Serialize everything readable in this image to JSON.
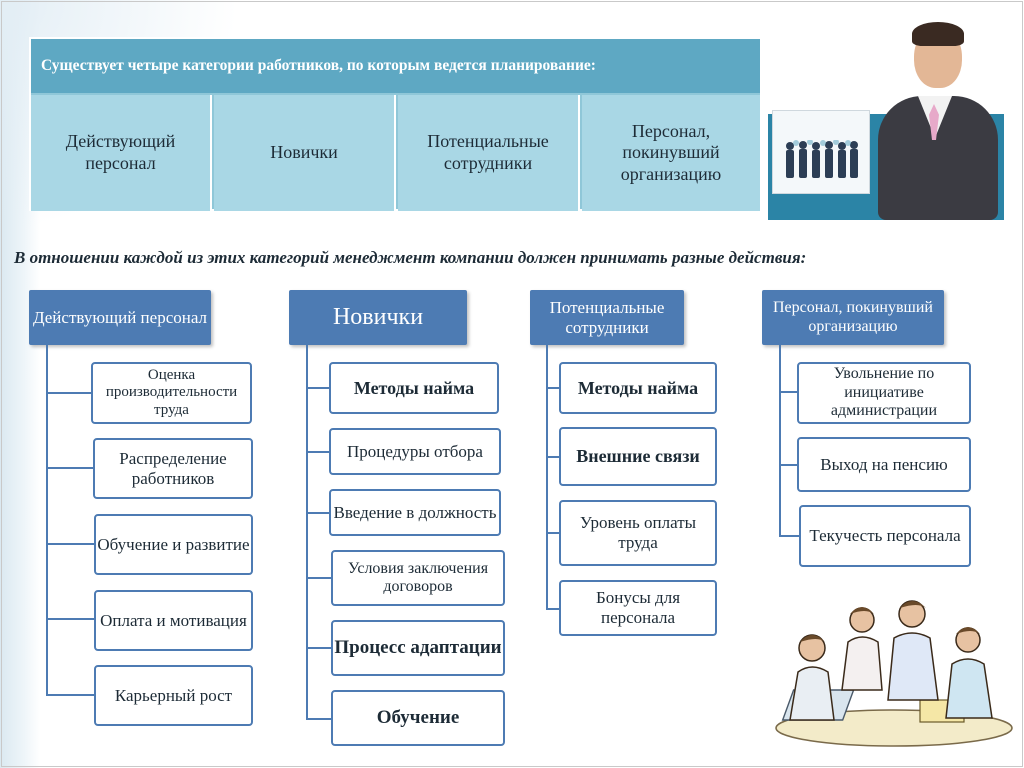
{
  "top_table": {
    "header": "Существует четыре категории работников, по которым ведется планирование:",
    "categories": [
      "Действующий персонал",
      "Новички",
      "Потенциальные сотрудники",
      "Персонал, покинувший организацию"
    ]
  },
  "subtitle": "В отношении каждой из этих категорий менеджмент компании должен принимать разные действия:",
  "columns": [
    {
      "title": "Действующий персонал",
      "items": [
        "Оценка производительности труда",
        "Распределение работников",
        "Обучение и развитие",
        "Оплата и мотивация",
        "Карьерный рост"
      ]
    },
    {
      "title": "Новички",
      "items": [
        "Методы найма",
        "Процедуры отбора",
        "Введение в должность",
        "Условия заключения договоров",
        "Процесс адаптации",
        "Обучение"
      ]
    },
    {
      "title": "Потенциальные сотрудники",
      "items": [
        "Методы найма",
        "Внешние связи",
        "Уровень оплаты труда",
        "Бонусы для персонала"
      ]
    },
    {
      "title": "Персонал, покинувший организацию",
      "items": [
        "Увольнение по инициативе администрации",
        "Выход на пенсию",
        "Текучесть персонала"
      ]
    }
  ],
  "colors": {
    "header_bar": "#5ea8c3",
    "table_cell": "#a9d7e5",
    "node_blue": "#4d7bb3"
  }
}
